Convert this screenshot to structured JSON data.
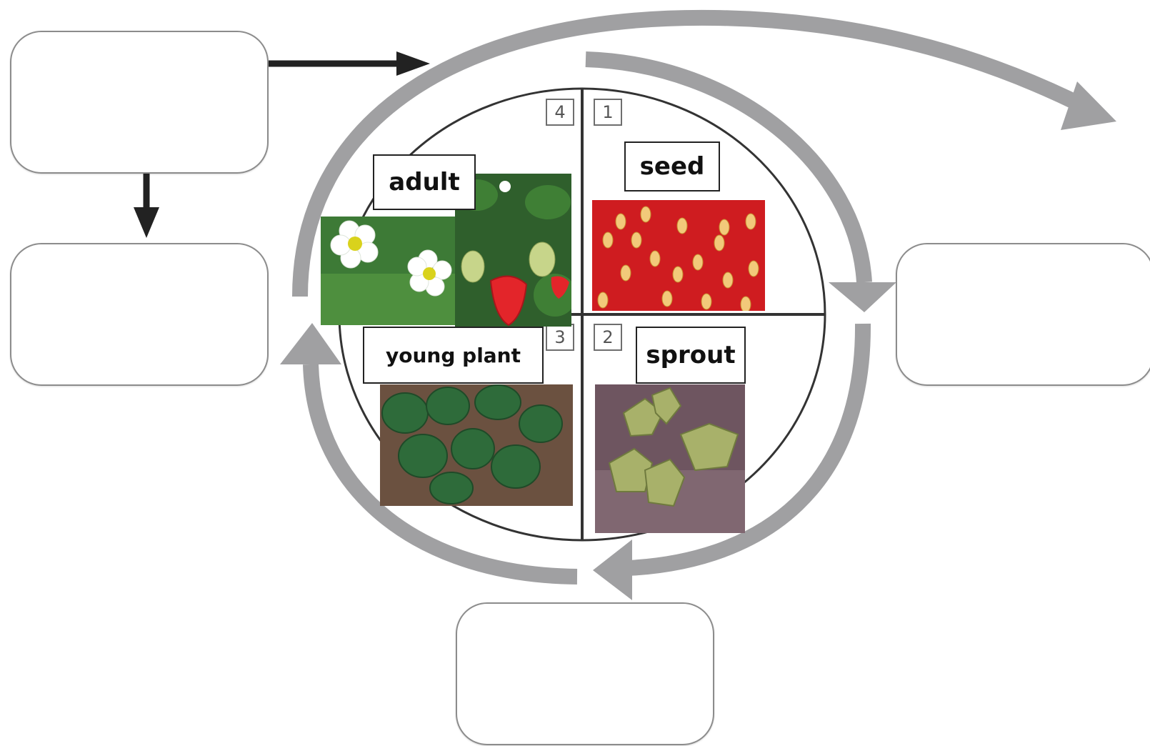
{
  "stages": [
    {
      "number": "1",
      "label": "seed"
    },
    {
      "number": "2",
      "label": "sprout"
    },
    {
      "number": "3",
      "label": "young plant"
    },
    {
      "number": "4",
      "label": "adult"
    }
  ],
  "blank_boxes": [
    "",
    "",
    "",
    ""
  ],
  "photos": [
    {
      "subject": "strawberry-seeds-photo"
    },
    {
      "subject": "strawberry-sprout-photo"
    },
    {
      "subject": "young-strawberry-plant-photo"
    },
    {
      "subject": "strawberry-flower-photo"
    },
    {
      "subject": "strawberry-fruit-photo"
    }
  ],
  "colors": {
    "cycle_arrow": "#a0a0a2",
    "flow_arrow": "#222222",
    "circle_line": "#333333"
  }
}
